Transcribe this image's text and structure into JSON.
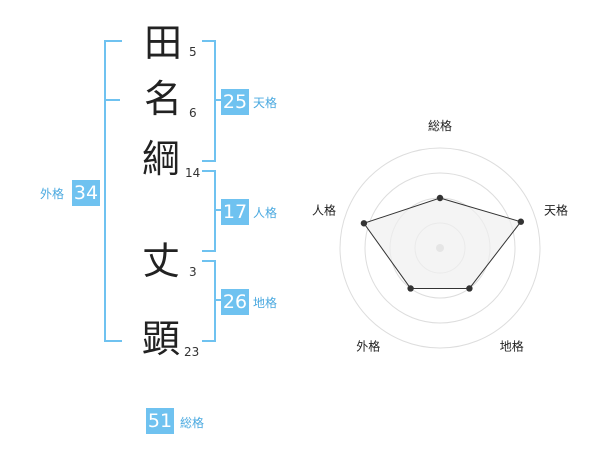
{
  "name": {
    "chars": [
      {
        "char": "田",
        "strokes": "5"
      },
      {
        "char": "名",
        "strokes": "6"
      },
      {
        "char": "綱",
        "strokes": "14"
      },
      {
        "char": "丈",
        "strokes": "3"
      },
      {
        "char": "顕",
        "strokes": "23"
      }
    ]
  },
  "kaku": {
    "tenkaku": {
      "value": "25",
      "label": "天格"
    },
    "jinkaku": {
      "value": "17",
      "label": "人格"
    },
    "chikaku": {
      "value": "26",
      "label": "地格"
    },
    "gaikaku": {
      "value": "34",
      "label": "外格"
    },
    "soukaku": {
      "value": "51",
      "label": "総格"
    }
  },
  "colors": {
    "accent": "#6fc2f0",
    "accent_text": "#4aa9e0",
    "polygon_fill": "#f0f0f0",
    "polygon_stroke": "#333333",
    "ring": "#dddddd"
  },
  "chart_data": {
    "type": "radar",
    "axes": [
      "総格",
      "天格",
      "地格",
      "外格",
      "人格"
    ],
    "values": [
      0.5,
      0.85,
      0.5,
      0.5,
      0.8
    ],
    "range": [
      0,
      1
    ],
    "rings": 4,
    "grid": true
  }
}
